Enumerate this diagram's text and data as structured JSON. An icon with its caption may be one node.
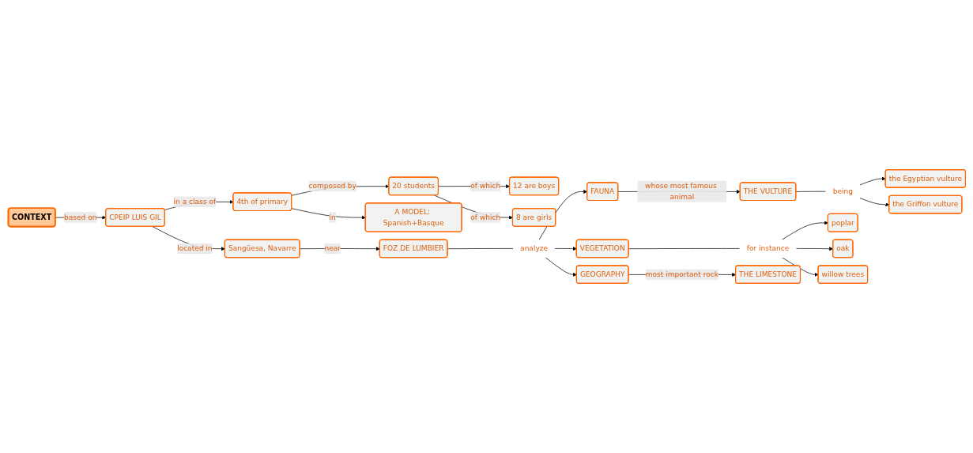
{
  "diagram": {
    "nodes": [
      {
        "text": [
          "CONTEXT"
        ]
      },
      {
        "text": [
          "CPEIP LUIS GIL"
        ]
      },
      {
        "text": [
          "Sangüesa, Navarre"
        ]
      },
      {
        "text": [
          "4th of primary"
        ]
      },
      {
        "text": [
          "20 students"
        ]
      },
      {
        "text": [
          "12 are boys"
        ]
      },
      {
        "text": [
          "8 are girls"
        ]
      },
      {
        "text": [
          "A MODEL: Spanish+Basque"
        ]
      },
      {
        "text": [
          "FOZ DE LUMBIER"
        ]
      },
      {
        "text": [
          "analyze"
        ]
      },
      {
        "text": [
          "VEGETATION"
        ]
      },
      {
        "text": [
          "GEOGRAPHY"
        ]
      },
      {
        "text": [
          "FAUNA"
        ]
      },
      {
        "text": [
          "THE VULTURE"
        ]
      },
      {
        "text": [
          "being"
        ]
      },
      {
        "text": [
          "the Egyptian vulture"
        ]
      },
      {
        "text": [
          "the Griffon vulture"
        ]
      },
      {
        "text": [
          "for instance"
        ]
      },
      {
        "text": [
          "poplar"
        ]
      },
      {
        "text": [
          "oak"
        ]
      },
      {
        "text": [
          "willow trees"
        ]
      },
      {
        "text": [
          "THE LIMESTONE"
        ]
      }
    ],
    "edges": [
      {
        "from": 0,
        "to": 1,
        "arrow": "to",
        "label": "based on"
      },
      {
        "from": 1,
        "to": 2,
        "arrow": "to",
        "label": "located in"
      },
      {
        "from": 1,
        "to": 3,
        "arrow": "to",
        "label": "in a class of"
      },
      {
        "from": 3,
        "to": 4,
        "arrow": "to",
        "label": "composed by"
      },
      {
        "from": 4,
        "to": 5,
        "arrow": "to",
        "label": "of which"
      },
      {
        "from": 4,
        "to": 6,
        "arrow": "to",
        "label": "of which"
      },
      {
        "from": 3,
        "to": 7,
        "arrow": "to",
        "label": "in"
      },
      {
        "from": 2,
        "to": 8,
        "arrow": "to",
        "label": "near"
      },
      {
        "from": 8,
        "to": 9,
        "arrow": "none"
      },
      {
        "from": 9,
        "to": 10,
        "arrow": "to"
      },
      {
        "from": 9,
        "to": 11,
        "arrow": "to"
      },
      {
        "from": 9,
        "to": 12,
        "arrow": "to"
      },
      {
        "from": 12,
        "to": 13,
        "arrow": "to",
        "label": "whose most famous animal"
      },
      {
        "from": 13,
        "to": 14,
        "arrow": "none"
      },
      {
        "from": 14,
        "to": 15,
        "arrow": "to"
      },
      {
        "from": 14,
        "to": 16,
        "arrow": "to"
      },
      {
        "from": 10,
        "to": 17,
        "arrow": "none"
      },
      {
        "from": 17,
        "to": 18,
        "arrow": "to"
      },
      {
        "from": 17,
        "to": 19,
        "arrow": "to"
      },
      {
        "from": 17,
        "to": 20,
        "arrow": "to"
      },
      {
        "from": 11,
        "to": 21,
        "arrow": "to",
        "label": "most important rock"
      }
    ]
  }
}
